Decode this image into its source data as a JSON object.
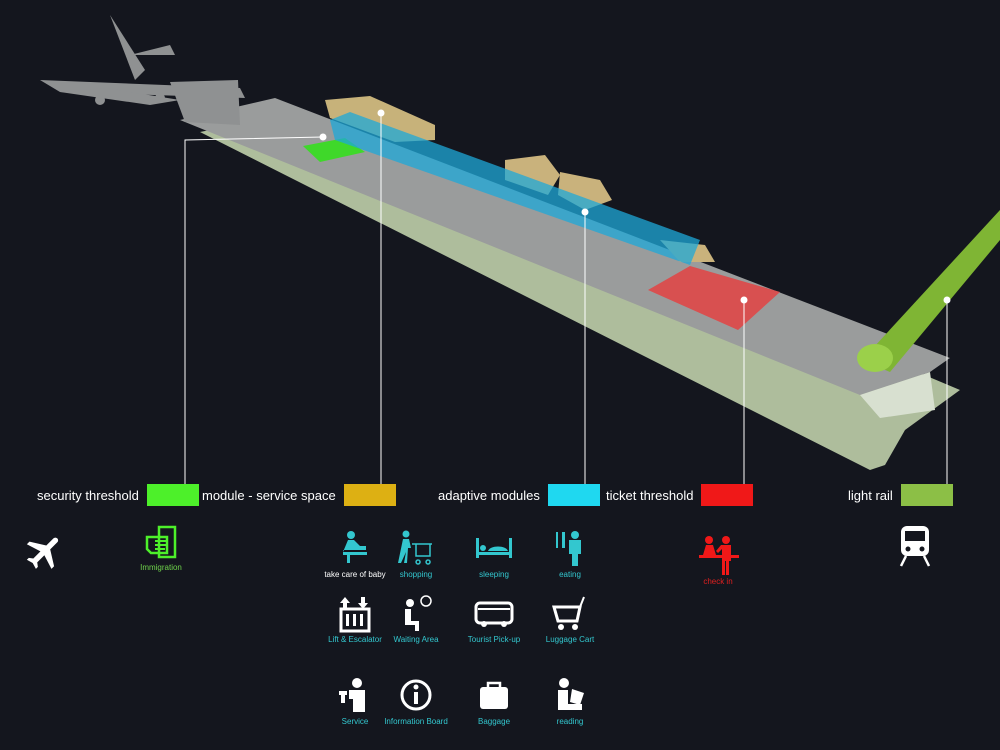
{
  "legend": [
    {
      "label": "security threshold",
      "color": "#4df02a"
    },
    {
      "label": "module - service space",
      "color": "#ddb013"
    },
    {
      "label": "adaptive modules",
      "color": "#1fd8f0"
    },
    {
      "label": "ticket threshold",
      "color": "#f01818"
    },
    {
      "label": "light rail",
      "color": "#8cbf46"
    }
  ],
  "side_icons": {
    "plane": "airplane-icon",
    "immigration": "Immigration",
    "check_in": "check in",
    "train": "train-icon"
  },
  "services": [
    {
      "label": "take care of baby",
      "icon": "baby-care-icon"
    },
    {
      "label": "shopping",
      "icon": "shopping-icon"
    },
    {
      "label": "sleeping",
      "icon": "bed-icon"
    },
    {
      "label": "eating",
      "icon": "eating-icon"
    },
    {
      "label": "Lift & Escalator",
      "icon": "lift-icon"
    },
    {
      "label": "Waiting Area",
      "icon": "waiting-icon"
    },
    {
      "label": "Tourist Pick-up",
      "icon": "bus-icon"
    },
    {
      "label": "Luggage Cart",
      "icon": "cart-icon"
    },
    {
      "label": "Service",
      "icon": "service-icon"
    },
    {
      "label": "Information Board",
      "icon": "info-icon"
    },
    {
      "label": "Baggage",
      "icon": "baggage-icon"
    },
    {
      "label": "reading",
      "icon": "reading-icon"
    }
  ]
}
